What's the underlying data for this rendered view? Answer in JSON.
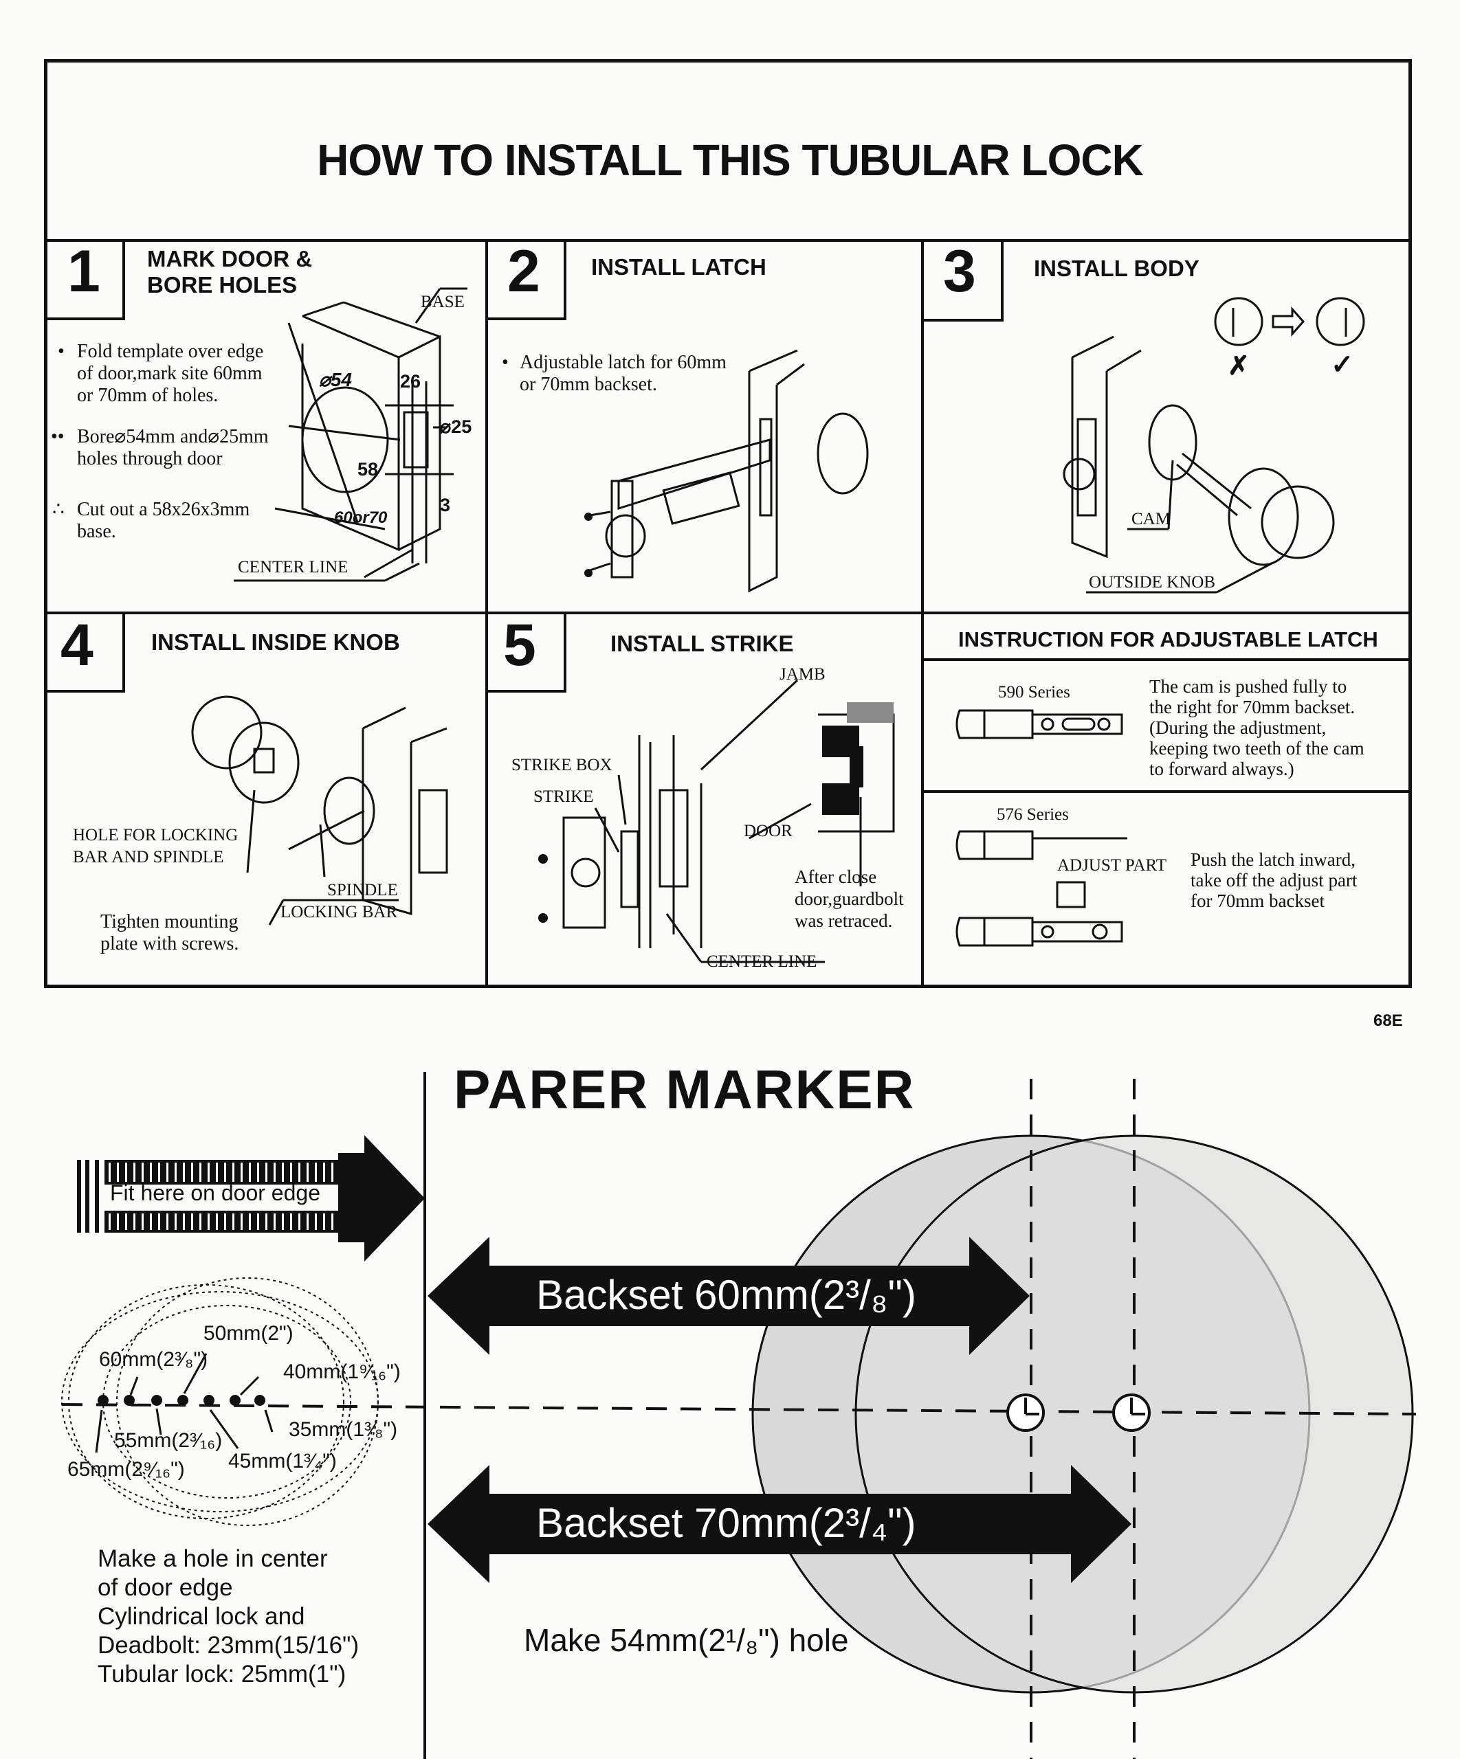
{
  "title": "HOW TO INSTALL THIS TUBULAR LOCK",
  "steps": [
    {
      "number": "1",
      "title_line1": "MARK DOOR &",
      "title_line2": "BORE HOLES",
      "bullets": [
        {
          "marker": "•",
          "line1": "Fold template over edge",
          "line2": "of door,mark site 60mm",
          "line3": "or 70mm of holes."
        },
        {
          "marker": "••",
          "line1": "Bore⌀54mm and⌀25mm",
          "line2": "holes through door"
        },
        {
          "marker": "∴",
          "line1": "Cut out a 58x26x3mm",
          "line2": "base."
        }
      ],
      "labels": {
        "base": "BASE",
        "d54": "⌀54",
        "n26": "26",
        "d25": "⌀25",
        "n58": "58",
        "n3": "3",
        "backset": "60or70",
        "center_line": "CENTER LINE"
      }
    },
    {
      "number": "2",
      "title": "INSTALL LATCH",
      "bullets": [
        {
          "marker": "•",
          "line1": "Adjustable latch for 60mm",
          "line2": "or 70mm backset."
        }
      ]
    },
    {
      "number": "3",
      "title": "INSTALL BODY",
      "labels": {
        "cam": "CAM",
        "outside_knob": "OUTSIDE KNOB",
        "wrong": "✗",
        "right": "✓"
      }
    },
    {
      "number": "4",
      "title": "INSTALL INSIDE KNOB",
      "labels": {
        "hole1": "HOLE FOR LOCKING",
        "hole2": "BAR AND SPINDLE",
        "spindle": "SPINDLE",
        "locking_bar": "LOCKING BAR",
        "tighten1": "Tighten mounting",
        "tighten2": "plate with screws."
      }
    },
    {
      "number": "5",
      "title": "INSTALL STRIKE",
      "labels": {
        "jamb": "JAMB",
        "strike_box": "STRIKE BOX",
        "strike": "STRIKE",
        "door": "DOOR",
        "center_line": "CENTER LINE",
        "after1": "After close",
        "after2": "door,guardbolt",
        "after3": "was retraced."
      }
    }
  ],
  "adjustable": {
    "title": "INSTRUCTION FOR ADJUSTABLE LATCH",
    "series590": {
      "label": "590 Series",
      "line1": "The cam is pushed fully to",
      "line2": "the right for 70mm backset.",
      "line3": "(During the adjustment,",
      "line4": "keeping two teeth of the cam",
      "line5": "to forward always.)"
    },
    "series576": {
      "label": "576 Series",
      "adjust": "ADJUST PART",
      "line1": "Push the latch inward,",
      "line2": "take off the adjust part",
      "line3": "for 70mm backset"
    }
  },
  "code": "68E",
  "marker": {
    "title": "PARER MARKER",
    "fit_here": "Fit here on door edge",
    "backset60": "Backset  60mm(2³/₈\")",
    "backset70": "Backset  70mm(2³/₄\")",
    "hole": "Make 54mm(2¹/₈\") hole",
    "sizes": {
      "s50": "50mm(2\")",
      "s60": "60mm(2³⁄₈\")",
      "s40": "40mm(1⁹⁄₁₆\")",
      "s35": "35mm(1³⁄₈\")",
      "s55": "55mm(2³⁄₁₆)",
      "s45": "45mm(1³⁄₄\")",
      "s65": "65mm(2⁹⁄₁₆\")"
    },
    "note1": "Make a hole in center",
    "note2": "of door edge",
    "note3": "Cylindrical lock and",
    "note4": "Deadbolt: 23mm(15/16\")",
    "note5": "Tubular lock: 25mm(1\")"
  },
  "colors": {
    "ink": "#111111",
    "paper": "#fbfbf9",
    "circle_fill": "#d9d9d9"
  }
}
